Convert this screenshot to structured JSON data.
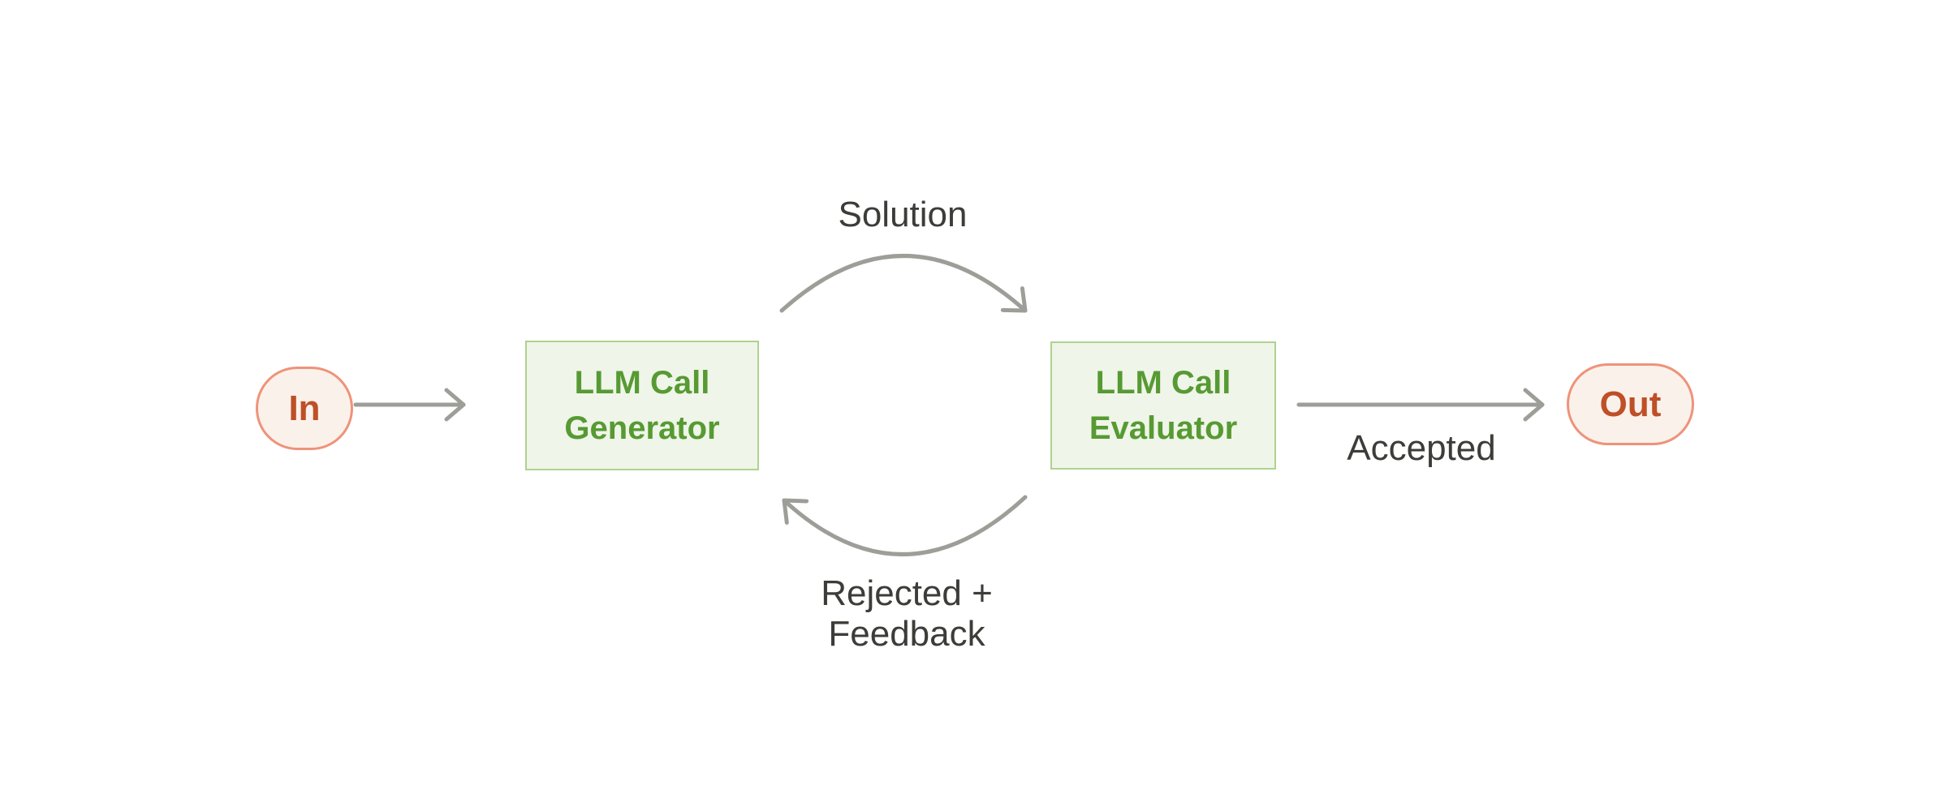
{
  "nodes": {
    "in": {
      "label": "In"
    },
    "generator": {
      "line1": "LLM Call",
      "line2": "Generator"
    },
    "evaluator": {
      "line1": "LLM Call",
      "line2": "Evaluator"
    },
    "out": {
      "label": "Out"
    }
  },
  "edges": {
    "solution": {
      "label": "Solution"
    },
    "rejected": {
      "line1": "Rejected +",
      "line2": "Feedback"
    },
    "accepted": {
      "label": "Accepted"
    }
  },
  "colors": {
    "terminal_fill": "#FBF1EB",
    "terminal_border": "#EE937A",
    "terminal_text": "#BE4F27",
    "process_fill": "#EFF5E8",
    "process_border": "#AFD290",
    "process_text": "#579A33",
    "arrow": "#9E9E99",
    "label_text": "#3C3C39"
  }
}
